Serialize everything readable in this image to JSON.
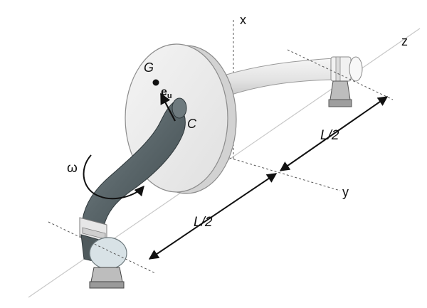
{
  "labels": {
    "x_axis": "x",
    "y_axis": "y",
    "z_axis": "z",
    "center_of_mass": "G",
    "unit_vector": "e",
    "unit_vector_sub": "u",
    "geometric_center": "C",
    "angular_velocity": "ω",
    "half_length_right": "L/2",
    "half_length_left": "L/2"
  },
  "colors": {
    "rotor_face": "#ececec",
    "rotor_rim": "#d6d6d6",
    "shaft_dark": "#5e6a6e",
    "shaft_light": "#e4e4e4",
    "support": "#bdbdbd",
    "axis_line": "#c8c8c8",
    "ink": "#111111"
  }
}
